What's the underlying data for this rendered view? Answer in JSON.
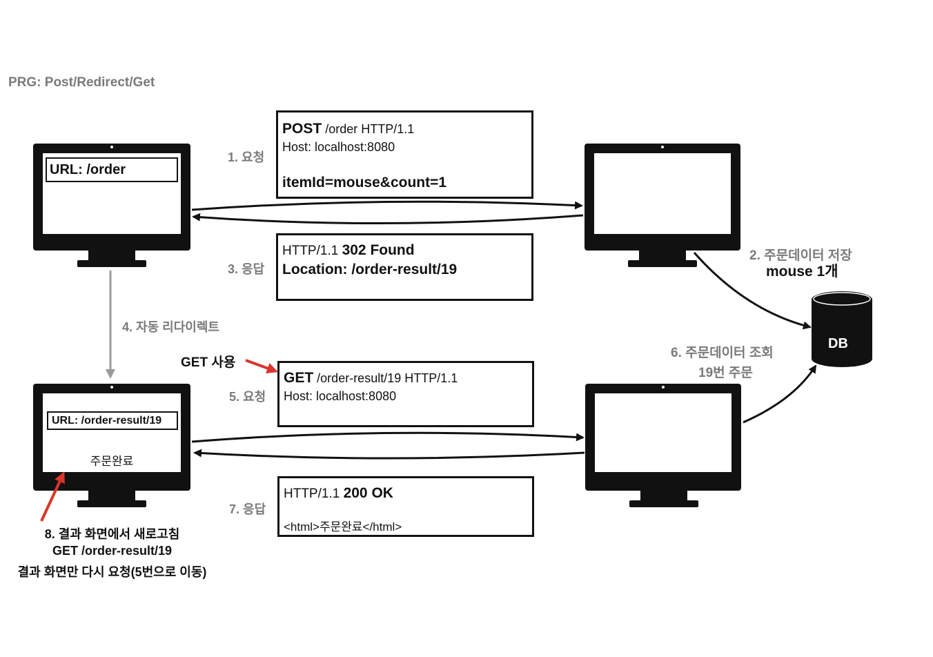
{
  "title": "PRG: Post/Redirect/Get",
  "steps": {
    "s1": "1. 요청",
    "s2_line1": "2. 주문데이터 저장",
    "s2_line2": "mouse 1개",
    "s3": "3. 응답",
    "s4": "4. 자동 리다이렉트",
    "s5": "5. 요청",
    "s6_line1": "6. 주문데이터 조회",
    "s6_line2": "19번 주문",
    "s7": "7. 응답",
    "s8_line1": "8. 결과 화면에서 새로고침",
    "s8_line2": "GET /order-result/19",
    "s8_line3": "결과 화면만 다시 요청(5번으로 이동)"
  },
  "get_note": "GET 사용",
  "client_top": {
    "url": "URL: /order"
  },
  "client_bottom": {
    "url": "URL: /order-result/19",
    "content": "주문완료"
  },
  "db": {
    "label": "DB"
  },
  "msg1": {
    "method": "POST",
    "request_line": " /order HTTP/1.1",
    "host": "Host: localhost:8080",
    "body": "itemId=mouse&count=1"
  },
  "msg3": {
    "version": "HTTP/1.1 ",
    "status": "302 Found",
    "location": "Location: /order-result/19"
  },
  "msg5": {
    "method": "GET",
    "request_line": " /order-result/19 HTTP/1.1",
    "host": "Host: localhost:8080"
  },
  "msg7": {
    "version": "HTTP/1.1 ",
    "status": "200 OK",
    "body": "<html>주문완료</html>"
  },
  "colors": {
    "ink": "#111111",
    "step_gray": "#7a7a7a",
    "redirect_arrow": "#9a9a9a",
    "highlight_arrow": "#d9362b"
  }
}
